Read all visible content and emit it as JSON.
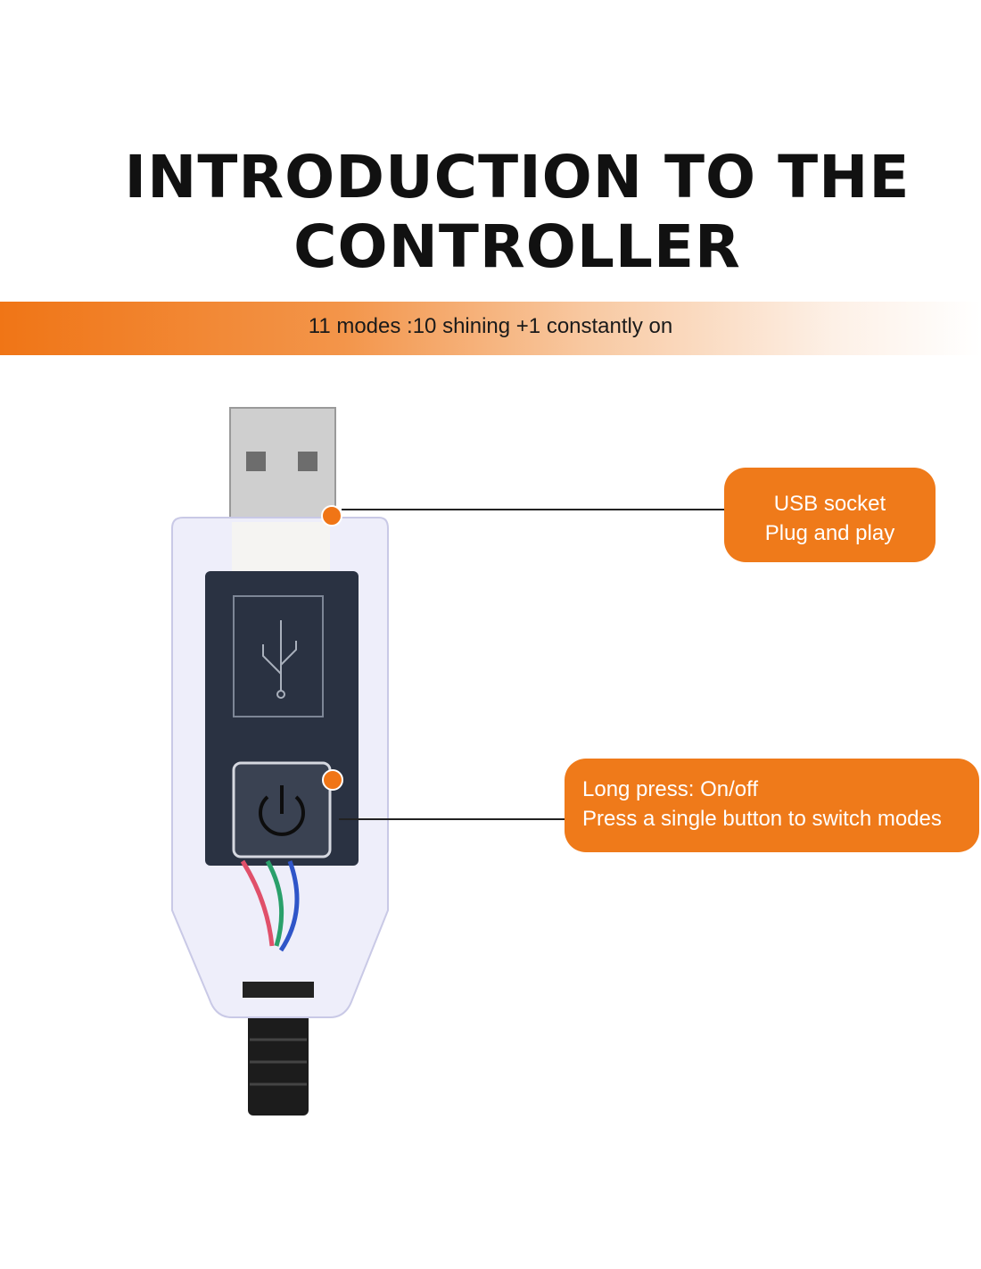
{
  "title": {
    "line1": "INTRODUCTION TO THE",
    "line2": "CONTROLLER"
  },
  "banner": {
    "text": "11 modes :10 shining +1 constantly on"
  },
  "callouts": [
    {
      "line1": "USB socket",
      "line2": "Plug and play"
    },
    {
      "line1": "Long press: On/off",
      "line2": "Press a single button to switch modes"
    }
  ],
  "colors": {
    "accent": "#ef7a1a",
    "text": "#111111"
  }
}
